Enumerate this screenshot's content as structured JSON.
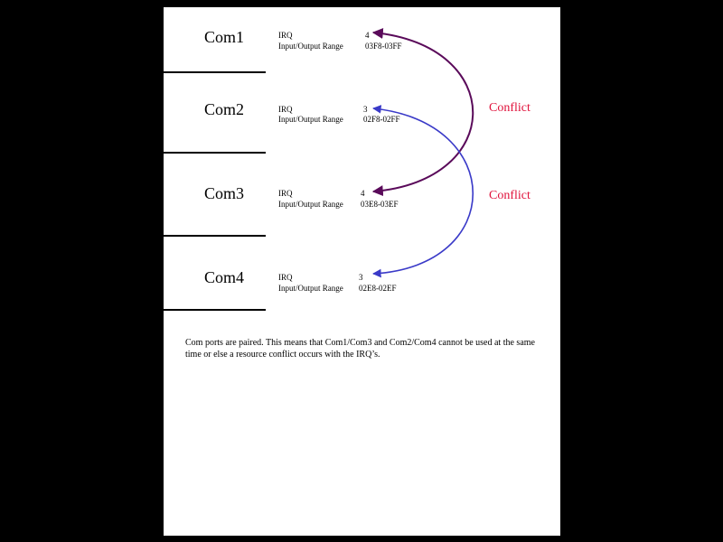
{
  "ports": [
    {
      "name": "Com1",
      "irq_label": "IRQ",
      "range_label": "Input/Output Range",
      "irq": "4",
      "range": "03F8-03FF"
    },
    {
      "name": "Com2",
      "irq_label": "IRQ",
      "range_label": "Input/Output Range",
      "irq": "3",
      "range": "02F8-02FF"
    },
    {
      "name": "Com3",
      "irq_label": "IRQ",
      "range_label": "Input/Output Range",
      "irq": "4",
      "range": "03E8-03EF"
    },
    {
      "name": "Com4",
      "irq_label": "IRQ",
      "range_label": "Input/Output Range",
      "irq": "3",
      "range": "02E8-02EF"
    }
  ],
  "conflicts": [
    {
      "label": "Conflict",
      "from": "Com1",
      "to": "Com3",
      "color": "#5a0a5a"
    },
    {
      "label": "Conflict",
      "from": "Com2",
      "to": "Com4",
      "color": "#3a3ac8"
    }
  ],
  "conflict_text_color": "#e0103a",
  "note": "Com ports are paired.  This means that Com1/Com3 and Com2/Com4 cannot be used at the same time or else a resource conflict occurs with the IRQ’s."
}
